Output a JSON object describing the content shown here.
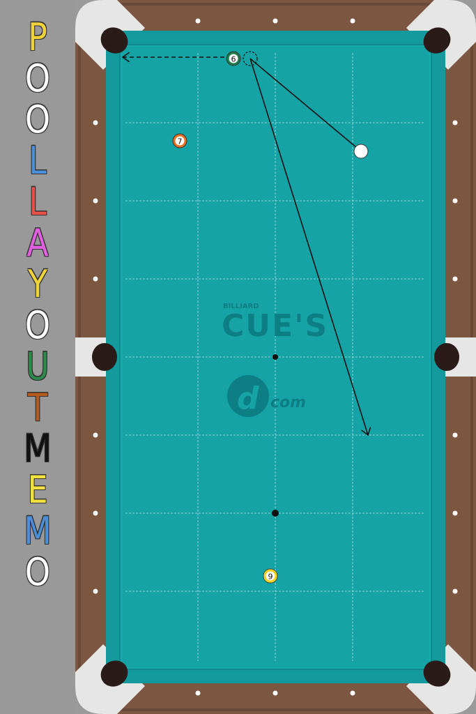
{
  "title_letters": [
    {
      "char": "P",
      "color": "#f0d23a"
    },
    {
      "char": "O",
      "color": "#ffffff"
    },
    {
      "char": "O",
      "color": "#ffffff"
    },
    {
      "char": "L",
      "color": "#4a8fd8"
    },
    {
      "char": "L",
      "color": "#e8504a"
    },
    {
      "char": "A",
      "color": "#e060e0"
    },
    {
      "char": "Y",
      "color": "#f0d23a"
    },
    {
      "char": "O",
      "color": "#ffffff"
    },
    {
      "char": "U",
      "color": "#2e8a4a"
    },
    {
      "char": "T",
      "color": "#b65a1e"
    },
    {
      "char": "M",
      "color": "#111111"
    },
    {
      "char": "E",
      "color": "#f0e040"
    },
    {
      "char": "M",
      "color": "#4a8fd8"
    },
    {
      "char": "O",
      "color": "#ffffff"
    }
  ],
  "watermark": {
    "small_text": "BILLIARD",
    "big_text": "CUE'S",
    "logo_letters": "d",
    "logo_suffix": "com"
  },
  "balls": [
    {
      "name": "ball-6",
      "number": "6",
      "color": "#1f7a4a"
    },
    {
      "name": "ball-7",
      "number": "7",
      "color": "#e8701e"
    },
    {
      "name": "ball-9",
      "number": "9",
      "color": "#f2d21e"
    }
  ],
  "colors": {
    "felt": "#15a3a5",
    "rail_wood": "#7b5640",
    "cushion": "#129a9c",
    "corner_plate": "#e6e6e6",
    "pocket": "#2a1a18",
    "diamond": "#ffffff"
  }
}
